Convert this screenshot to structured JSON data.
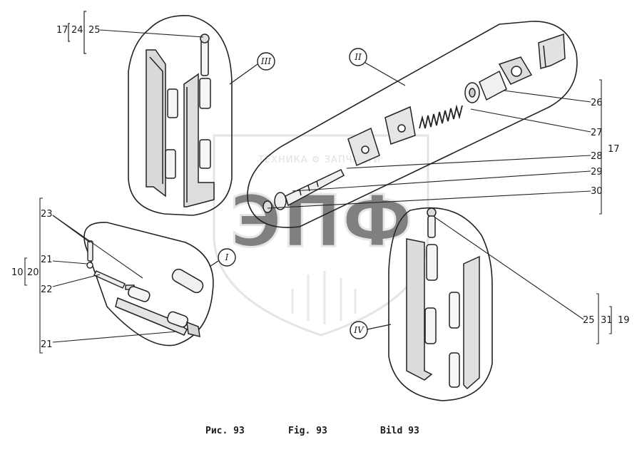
{
  "watermark": {
    "text": "ТЕХНИКА ⚙ ЗАПЧАСТИ",
    "logo_letters": "ЭПФ"
  },
  "views": [
    {
      "id": "I",
      "label": "I"
    },
    {
      "id": "II",
      "label": "II"
    },
    {
      "id": "III",
      "label": "III"
    },
    {
      "id": "IV",
      "label": "IV"
    }
  ],
  "callouts": {
    "p17a": "17",
    "p24": "24",
    "p25a": "25",
    "p26": "26",
    "p27": "27",
    "p28": "28",
    "p29": "29",
    "p30": "30",
    "p17b": "17",
    "p23": "23",
    "p21a": "21",
    "p10": "10",
    "p20": "20",
    "p22": "22",
    "p21b": "21",
    "p25b": "25",
    "p31": "31",
    "p19": "19"
  },
  "captions": {
    "ru": "Рис. 93",
    "en": "Fig. 93",
    "de": "Bild 93"
  }
}
